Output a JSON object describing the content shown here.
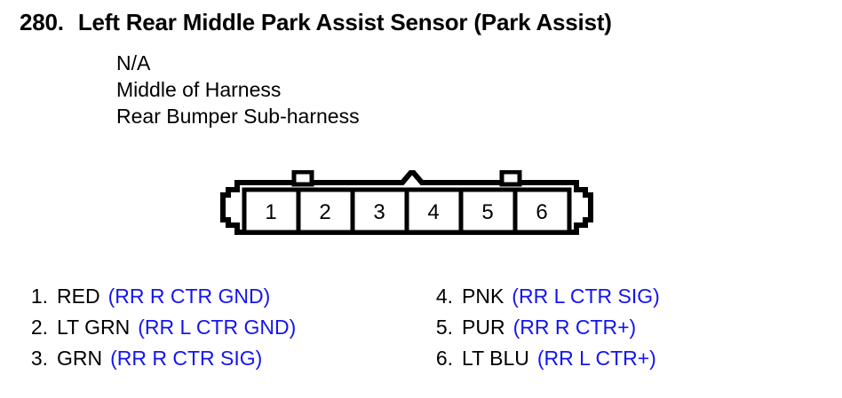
{
  "header": {
    "number": "280.",
    "title": "Left Rear Middle Park Assist Sensor (Park Assist)",
    "lines": [
      "N/A",
      "Middle of Harness",
      "Rear Bumper Sub-harness"
    ]
  },
  "connector": {
    "pin_labels": [
      "1",
      "2",
      "3",
      "4",
      "5",
      "6"
    ]
  },
  "pins": {
    "left": [
      {
        "index": "1.",
        "color": "RED",
        "circuit": "(RR R CTR GND)"
      },
      {
        "index": "2.",
        "color": "LT GRN",
        "circuit": "(RR L CTR GND)"
      },
      {
        "index": "3.",
        "color": "GRN",
        "circuit": "(RR R CTR SIG)"
      }
    ],
    "right": [
      {
        "index": "4.",
        "color": "PNK",
        "circuit": "(RR L CTR SIG)"
      },
      {
        "index": "5.",
        "color": "PUR",
        "circuit": "(RR R CTR+)"
      },
      {
        "index": "6.",
        "color": "LT BLU",
        "circuit": "(RR L CTR+)"
      }
    ]
  },
  "colors": {
    "text": "#000000",
    "circuit": "#1515f0",
    "background": "#ffffff"
  }
}
